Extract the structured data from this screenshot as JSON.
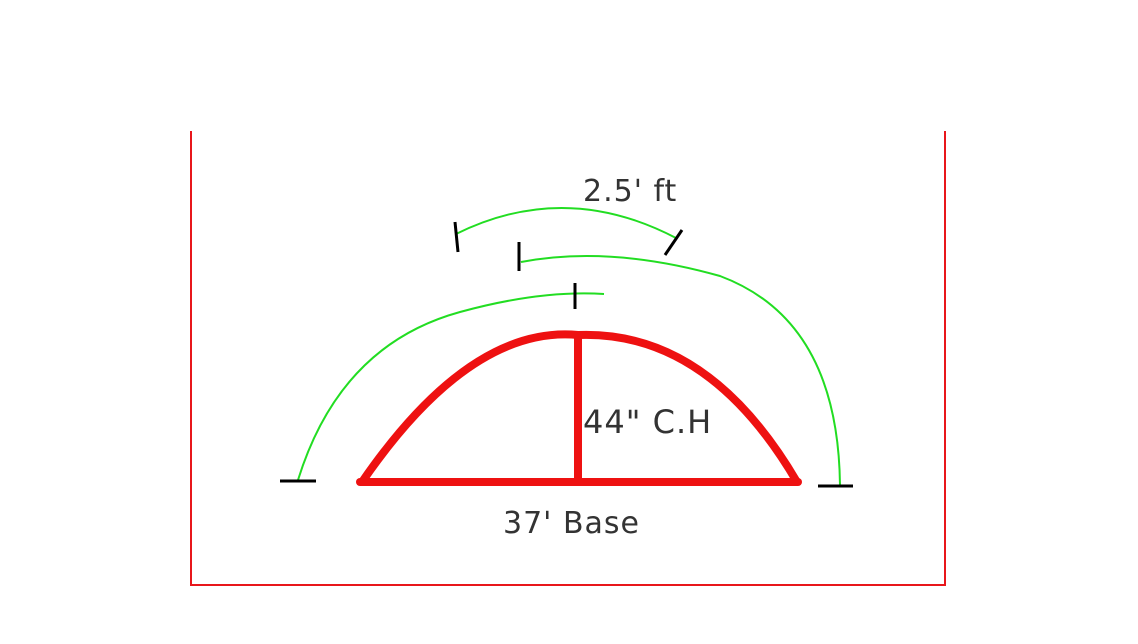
{
  "diagram": {
    "labels": {
      "arc_width": "2.5' ft",
      "center_height": "44\" C.H",
      "base": "37' Base"
    },
    "colors": {
      "frame": "#e8161b",
      "arch": "#ee1111",
      "guide_arcs": "#22dd22",
      "ticks": "#000000",
      "text": "#333333"
    }
  }
}
